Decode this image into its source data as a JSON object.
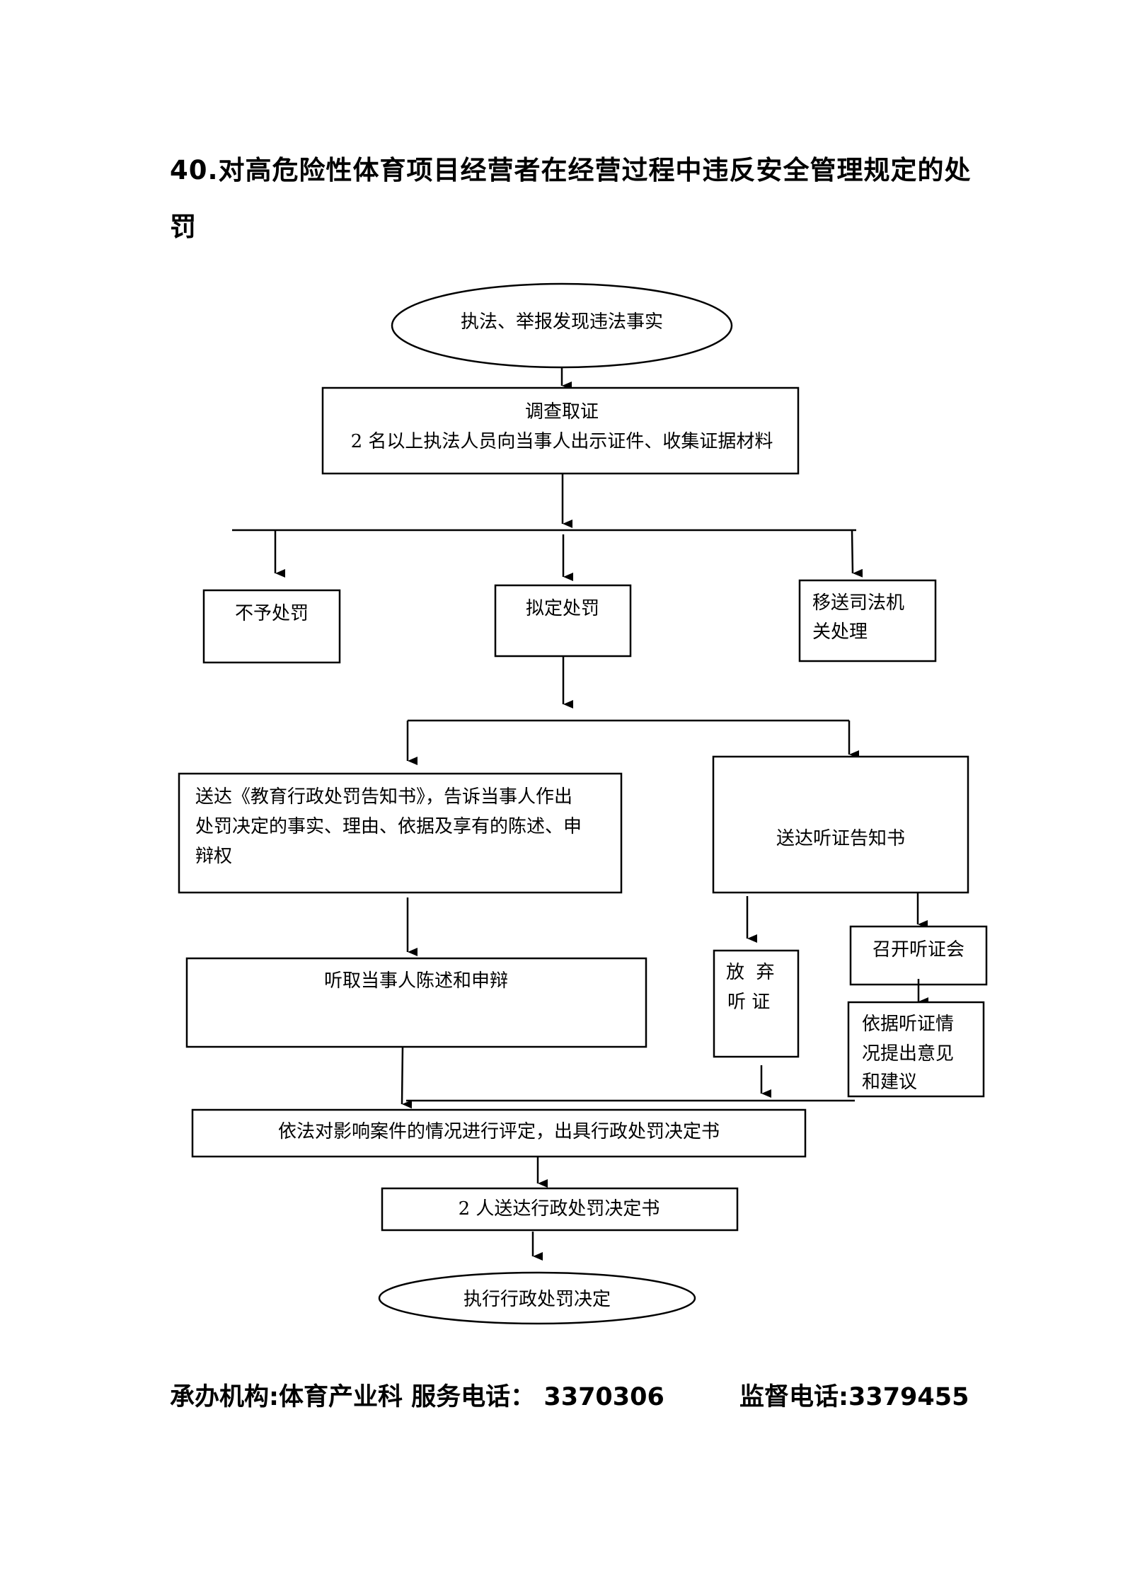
{
  "document": {
    "title_line1": "40.对高危险性体育项目经营者在经营过程中违反安全管理规定的处",
    "title_line2": "罚"
  },
  "flowchart": {
    "start": "执法、举报发现违法事实",
    "investigate": {
      "line1": "调查取证",
      "line2": "2 名以上执法人员向当事人出示证件、收集证据材料"
    },
    "no_penalty": "不予处罚",
    "propose_penalty": "拟定处罚",
    "transfer_judicial": {
      "line1": "移送司法机",
      "line2": "关处理"
    },
    "notice": {
      "line1": "送达《教育行政处罚告知书》，告诉当事人作出",
      "line2": "处罚决定的事实、理由、依据及享有的陈述、申",
      "line3": "辩权"
    },
    "hearing_notice": "送达听证告知书",
    "listen_statement": "听取当事人陈述和申辩",
    "waive_hearing": {
      "line1": "放  弃",
      "line2": "听 证"
    },
    "hold_hearing": "召开听证会",
    "hearing_opinion": {
      "line1": "依据听证情",
      "line2": "况提出意见",
      "line3": "和建议"
    },
    "evaluate": "依法对影响案件的情况进行评定，出具行政处罚决定书",
    "deliver": "2 人送达行政处罚决定书",
    "end": "执行行政处罚决定"
  },
  "footer": {
    "left": "承办机构:体育产业科 服务电话： 3370306",
    "right": "监督电话:3379455"
  }
}
